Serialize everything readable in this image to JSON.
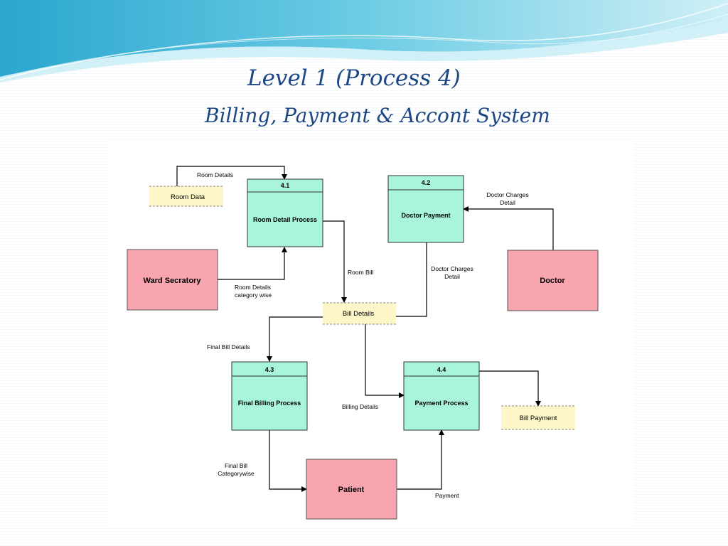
{
  "slide": {
    "title": "Level 1 (Process 4)",
    "subtitle": "Billing, Payment & Accont System"
  },
  "colors": {
    "title": "#1d4684",
    "process_fill": "#a8f5da",
    "entity_fill": "#f8a5b0",
    "store_fill": "#fdf6c8",
    "wave_dark": "#3fb8d6",
    "wave_light": "#bfe9f3"
  },
  "diagram": {
    "processes": [
      {
        "id": "4.1",
        "label": "Room Detail Process"
      },
      {
        "id": "4.2",
        "label": "Doctor Payment"
      },
      {
        "id": "4.3",
        "label": "Final Billing Process"
      },
      {
        "id": "4.4",
        "label": "Payment Process"
      }
    ],
    "entities": [
      {
        "label": "Ward Secratory"
      },
      {
        "label": "Doctor"
      },
      {
        "label": "Patient"
      }
    ],
    "stores": [
      {
        "label": "Room Data"
      },
      {
        "label": "Bill Details"
      },
      {
        "label": "Bill Payment"
      }
    ],
    "flows": [
      {
        "label": "Room Details"
      },
      {
        "label": "Room Details category wise",
        "lines": [
          "Room Details",
          "category wise"
        ]
      },
      {
        "label": "Room Bill"
      },
      {
        "label": "Doctor Charges Detail (from Doctor)",
        "lines": [
          "Doctor Charges",
          "Detail"
        ]
      },
      {
        "label": "Doctor Charges Detail (to Bill)",
        "lines": [
          "Doctor Charges",
          "Detail"
        ]
      },
      {
        "label": "Final Bill Details"
      },
      {
        "label": "Billing Details"
      },
      {
        "label": "Final Bill Categorywise",
        "lines": [
          "Final Bill",
          "Categorywise"
        ]
      },
      {
        "label": "Payment"
      }
    ]
  }
}
